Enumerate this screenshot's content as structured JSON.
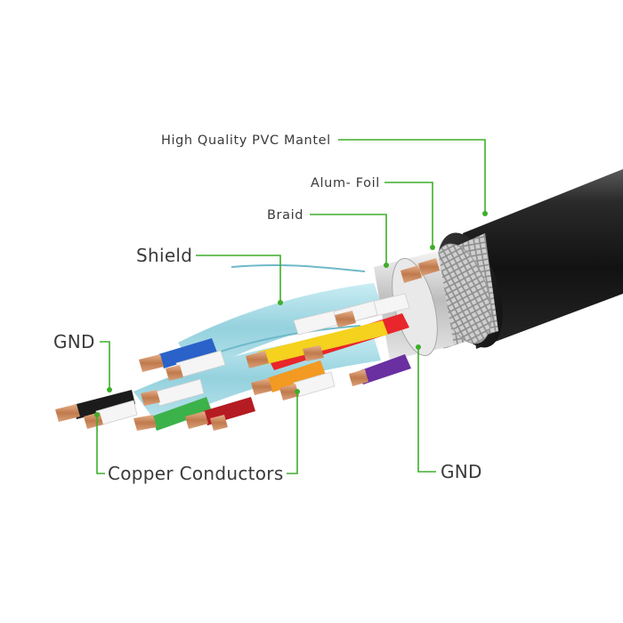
{
  "labels": {
    "pvc_mantel": "High Quality PVC Mantel",
    "alum_foil": "Alum- Foil",
    "braid": "Braid",
    "shield": "Shield",
    "gnd_left": "GND",
    "copper_conductors": "Copper Conductors",
    "gnd_right": "GND"
  },
  "colors": {
    "leader_line": "#3fae2a",
    "jacket": "#1d1d1d",
    "shield_film": "#9fd6e2",
    "copper": "#c98a5c"
  }
}
